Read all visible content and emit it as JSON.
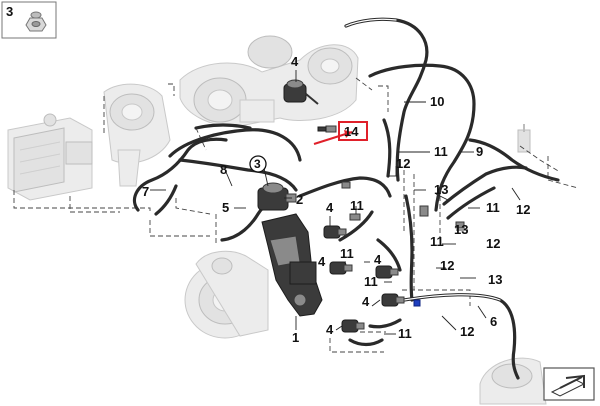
{
  "inset_part": {
    "number": "3",
    "icon": "nut-icon"
  },
  "callouts": {
    "c1": "1",
    "c2": "2",
    "c3_circled": "3",
    "c4_top": "4",
    "c4_a": "4",
    "c4_b": "4",
    "c4_c": "4",
    "c4_d": "4",
    "c4_e": "4",
    "c5": "5",
    "c6": "6",
    "c7": "7",
    "c8": "8",
    "c9": "9",
    "c10": "10",
    "c11_a": "11",
    "c11_b": "11",
    "c11_c": "11",
    "c11_d": "11",
    "c11_e": "11",
    "c11_f": "11",
    "c11_g": "11",
    "c12_a": "12",
    "c12_b": "12",
    "c12_c": "12",
    "c12_d": "12",
    "c12_e": "12",
    "c13_a": "13",
    "c13_b": "13",
    "c13_c": "13",
    "c14": "14"
  },
  "highlight": {
    "color": "#e0202a",
    "target": "14"
  },
  "corner_icon": "arrow-symbol-icon"
}
